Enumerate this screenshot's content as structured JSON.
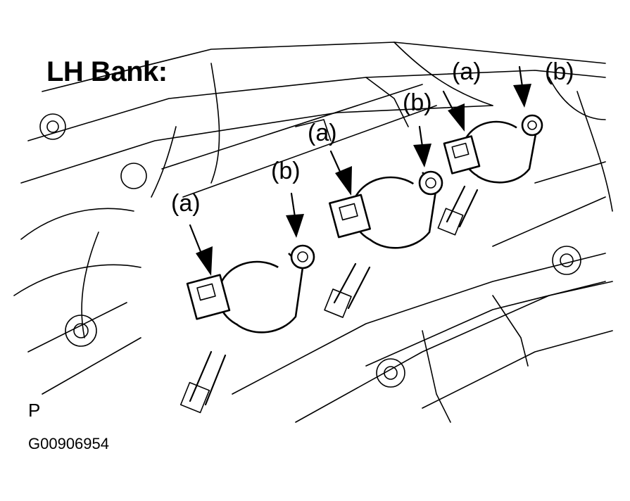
{
  "title": "LH Bank:",
  "callouts": {
    "a1": "(a)",
    "a2": "(a)",
    "a3": "(a)",
    "b1": "(b)",
    "b2": "(b)",
    "b3": "(b)"
  },
  "corner_mark": "P",
  "figure_code": "G00906954",
  "colors": {
    "ink": "#000000",
    "paper": "#ffffff"
  }
}
